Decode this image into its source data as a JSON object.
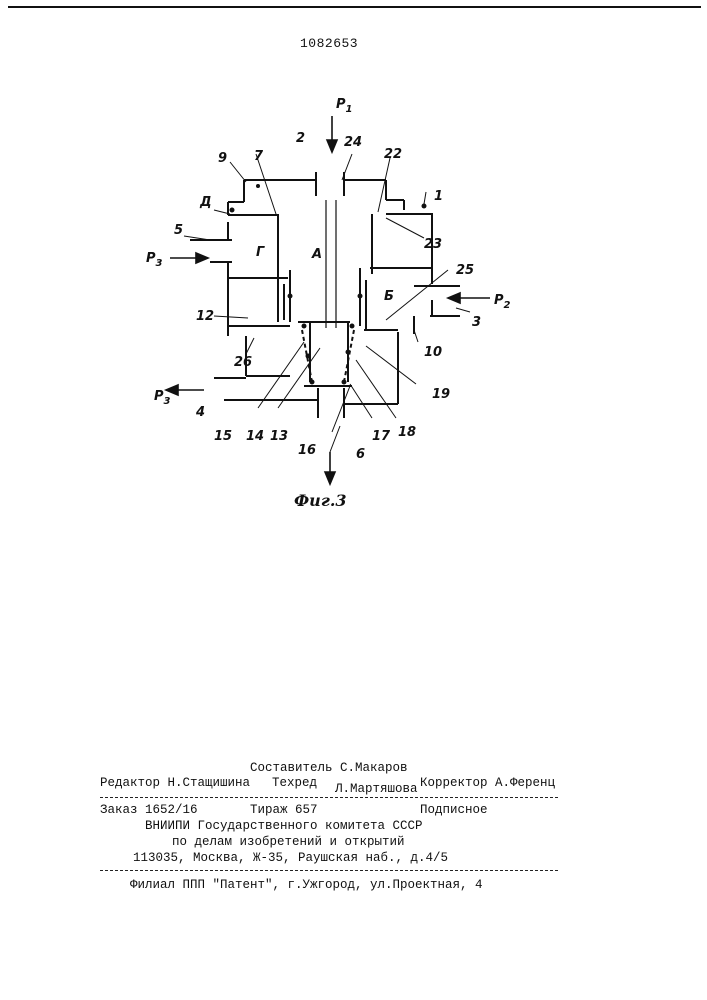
{
  "patent_number": "1082653",
  "figure": {
    "caption": "Фиг.3",
    "labels": {
      "p1": "P",
      "p1_sub": "1",
      "p2": "P",
      "p2_sub": "2",
      "p3_in": "P",
      "p3_in_sub": "3",
      "p3_out": "P",
      "p3_out_sub": "3",
      "n1": "1",
      "n2": "2",
      "n3": "3",
      "n4": "4",
      "n5": "5",
      "n6": "6",
      "n7": "7",
      "n9": "9",
      "n10": "10",
      "n12": "12",
      "n13": "13",
      "n14": "14",
      "n15": "15",
      "n16": "16",
      "n17": "17",
      "n18": "18",
      "n19": "19",
      "n22": "22",
      "n23": "23",
      "n24": "24",
      "n25": "25",
      "n26": "26",
      "chamber_a": "А",
      "chamber_b": "Б",
      "chamber_g": "Г",
      "chamber_d": "Д"
    }
  },
  "footer": {
    "composer": "Составитель С.Макаров",
    "editor": "Редактор Н.Стащишина",
    "techred": "Техред",
    "techred_name": "Л.Мартяшова",
    "corrector": "Корректор А.Ференц",
    "order": "Заказ 1652/16",
    "circulation": "Тираж 657",
    "subscription": "Подписное",
    "org_line1": "ВНИИПИ Государственного комитета СССР",
    "org_line2": "по делам изобретений и открытий",
    "address": "113035, Москва, Ж-35, Раушская наб., д.4/5",
    "branch": "Филиал ППП \"Патент\", г.Ужгород, ул.Проектная, 4"
  }
}
